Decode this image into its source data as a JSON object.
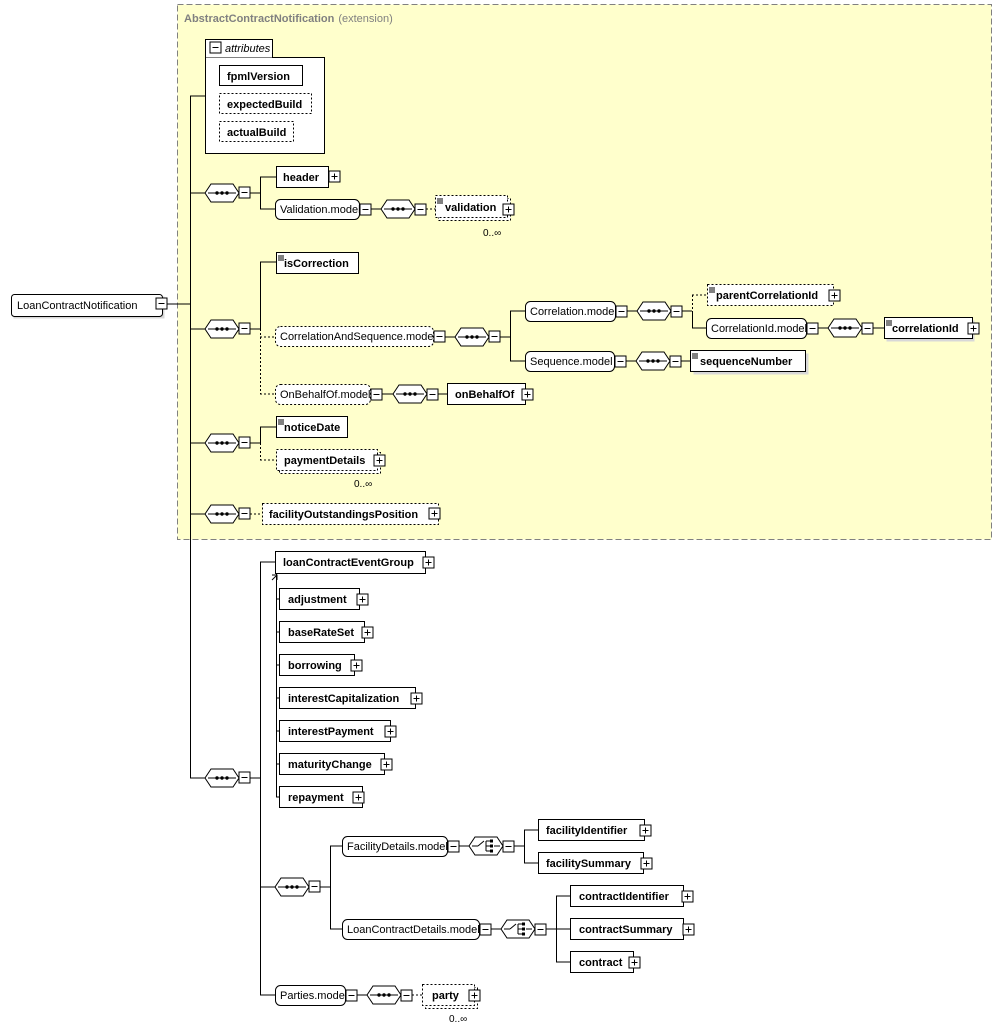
{
  "extension": {
    "base": "AbstractContractNotification",
    "suffix": "(extension)"
  },
  "root": "LoanContractNotification",
  "attributes": {
    "title": "attributes",
    "items": [
      "fpmlVersion",
      "expectedBuild",
      "actualBuild"
    ]
  },
  "group1": {
    "header": "header",
    "validation_model": "Validation.model",
    "validation": "validation",
    "validation_card": "0..∞"
  },
  "group2": {
    "isCorrection": "isCorrection",
    "correlation_and_sequence_model": "CorrelationAndSequence.model",
    "correlation_model": "Correlation.model",
    "parentCorrelationId": "parentCorrelationId",
    "correlationId_model": "CorrelationId.model",
    "correlationId": "correlationId",
    "sequence_model": "Sequence.model",
    "sequenceNumber": "sequenceNumber",
    "onBehalfOf_model": "OnBehalfOf.model",
    "onBehalfOf": "onBehalfOf"
  },
  "group3": {
    "noticeDate": "noticeDate",
    "paymentDetails": "paymentDetails",
    "paymentDetails_card": "0..∞"
  },
  "group4": {
    "facilityOutstandingsPosition": "facilityOutstandingsPosition"
  },
  "event_group": {
    "head": "loanContractEventGroup",
    "members": [
      "adjustment",
      "baseRateSet",
      "borrowing",
      "interestCapitalization",
      "interestPayment",
      "maturityChange",
      "repayment"
    ]
  },
  "facility": {
    "model": "FacilityDetails.model",
    "children": [
      "facilityIdentifier",
      "facilitySummary"
    ]
  },
  "loan_contract": {
    "model": "LoanContractDetails.model",
    "children": [
      "contractIdentifier",
      "contractSummary",
      "contract"
    ]
  },
  "parties": {
    "model": "Parties.model",
    "party": "party",
    "party_card": "0..∞"
  }
}
